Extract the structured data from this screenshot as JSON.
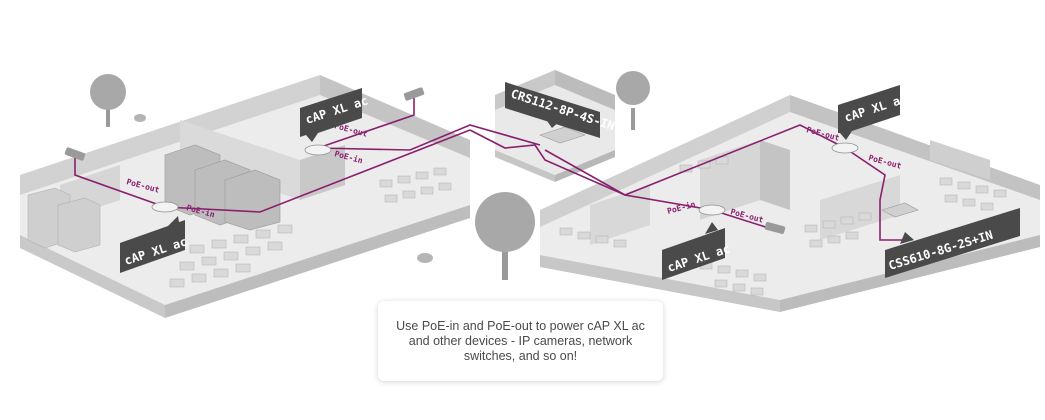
{
  "devices": {
    "ap_top_left": "cAP XL ac",
    "ap_bottom_left": "cAP XL ac",
    "switch_center": "CRS112-8P-4S-IN",
    "ap_top_right": "cAP XL ac",
    "ap_bottom_right": "cAP XL ac",
    "switch_right": "CSS610-8G-2S+IN"
  },
  "ports": {
    "poe_out_1": "PoE-out",
    "poe_in_1": "PoE-in",
    "poe_out_2": "PoE-out",
    "poe_in_2": "PoE-in",
    "poe_out_3": "PoE-out",
    "poe_out_4": "PoE-out",
    "poe_in_4": "PoE-in",
    "poe_out_5": "PoE-out"
  },
  "caption": {
    "text": "Use PoE-in and PoE-out to power cAP XL ac and other devices - IP cameras, network switches, and so on!"
  },
  "colors": {
    "cable": "#8a1f6e",
    "label_bg": "#4a4a4a",
    "floor": "#e8e8e8",
    "wall": "#cfcfcf"
  }
}
